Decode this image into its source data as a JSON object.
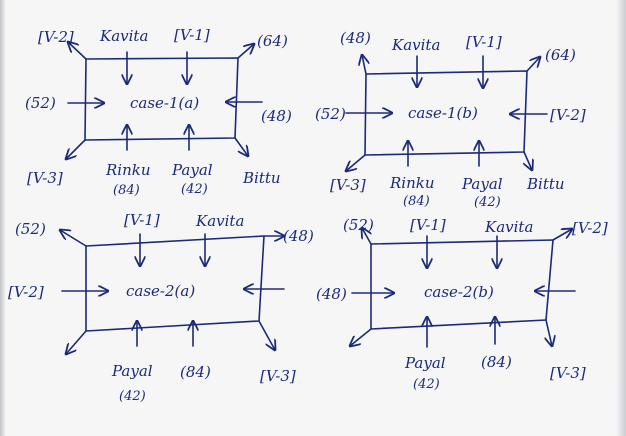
{
  "diagrams": [
    {
      "id": "case-1a",
      "title": "case-1(a)",
      "labels": {
        "top_left_corner": "[V-2]",
        "top_arrow_left": "Kavita",
        "top_arrow_right": "[V-1]",
        "top_right_corner": "(64)",
        "left_arrow": "(52)",
        "right_arrow": "(48)",
        "bottom_left_corner": "[V-3]",
        "bottom_arrow_left_line1": "Rinku",
        "bottom_arrow_left_line2": "(84)",
        "bottom_arrow_right_line1": "Payal",
        "bottom_arrow_right_line2": "(42)",
        "bottom_right_corner": "Bittu"
      }
    },
    {
      "id": "case-1b",
      "title": "case-1(b)",
      "labels": {
        "top_left_corner": "(48)",
        "top_arrow_left": "Kavita",
        "top_arrow_right": "[V-1]",
        "top_right_corner": "(64)",
        "left_arrow": "(52)",
        "right_arrow": "[V-2]",
        "bottom_left_corner": "[V-3]",
        "bottom_arrow_left_line1": "Rinku",
        "bottom_arrow_left_line2": "(84)",
        "bottom_arrow_right_line1": "Payal",
        "bottom_arrow_right_line2": "(42)",
        "bottom_right_corner": "Bittu"
      }
    },
    {
      "id": "case-2a",
      "title": "case-2(a)",
      "labels": {
        "top_left_corner": "(52)",
        "top_arrow_left": "[V-1]",
        "top_arrow_right": "Kavita",
        "top_right_corner": "(48)",
        "left_arrow": "[V-2]",
        "right_arrow": "",
        "bottom_left_corner": "",
        "bottom_arrow_left_line1": "Payal",
        "bottom_arrow_left_line2": "(42)",
        "bottom_arrow_right_line1": "(84)",
        "bottom_arrow_right_line2": "",
        "bottom_right_corner": "[V-3]"
      }
    },
    {
      "id": "case-2b",
      "title": "case-2(b)",
      "labels": {
        "top_left_corner": "(52)",
        "top_arrow_left": "[V-1]",
        "top_arrow_right": "Kavita",
        "top_right_corner": "[V-2]",
        "left_arrow": "(48)",
        "right_arrow": "",
        "bottom_left_corner": "",
        "bottom_arrow_left_line1": "Payal",
        "bottom_arrow_left_line2": "(42)",
        "bottom_arrow_right_line1": "(84)",
        "bottom_arrow_right_line2": "",
        "bottom_right_corner": "[V-3]"
      }
    }
  ],
  "colors": {
    "ink": "#1b2a7a",
    "paper": "#f6f6f7"
  }
}
